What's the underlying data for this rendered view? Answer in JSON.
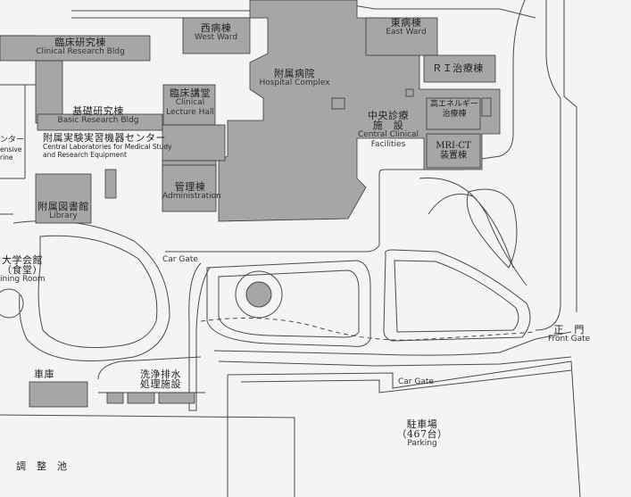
{
  "buildings": {
    "west_ward": {
      "jp": "西病棟",
      "en": "West Ward"
    },
    "east_ward": {
      "jp": "東病棟",
      "en": "East Ward"
    },
    "clinical_research": {
      "jp": "臨床研究棟",
      "en": "Clinical Research Bldg"
    },
    "hospital_complex": {
      "jp": "附属病院",
      "en": "Hospital Complex"
    },
    "ri": {
      "jp": "ＲＩ治療棟"
    },
    "high_energy": {
      "jp1": "高エネルギー",
      "jp2": "治療棟"
    },
    "clinical_lecture": {
      "jp": "臨床講堂",
      "en1": "Clinical",
      "en2": "Lecture Hall"
    },
    "basic_research": {
      "jp": "基礎研究棟",
      "en": "Basic Research Bldg"
    },
    "central_clinical": {
      "jp1": "中央診療",
      "jp2": "施　設",
      "en1": "Central Clinical",
      "en2": "Facilities"
    },
    "mri": {
      "l1": "MRI-CT",
      "l2": "装置棟"
    },
    "central_labs": {
      "jp": "附属実験実習機器センター",
      "en1": "Central Laboratories for Medical Study",
      "en2": "and Research Equipment"
    },
    "left_center": {
      "l1": "ンター",
      "l2": "ensive",
      "l3": "rine"
    },
    "administration": {
      "jp": "管理棟",
      "en": "Administration"
    },
    "library": {
      "jp": "附属図書館",
      "en": "Library"
    },
    "dining": {
      "jp1": "大学会館",
      "jp2": "（食堂）",
      "en": "ining Room"
    },
    "garage": {
      "jp": "車庫"
    },
    "washing": {
      "jp1": "洗浄排水",
      "jp2": "処理施設"
    },
    "parking": {
      "jp": "駐車場",
      "count": "（467台）",
      "en": "Parking"
    },
    "pond": {
      "jp": "調　整　池"
    }
  },
  "gates": {
    "car_gate_1": "Car Gate",
    "car_gate_2": "Car Gate",
    "front_gate_jp": "正　門",
    "front_gate_en": "Front Gate"
  },
  "colors": {
    "building": "#a6a6a6",
    "road": "#4a4a4a",
    "background": "#f4f4f2"
  }
}
